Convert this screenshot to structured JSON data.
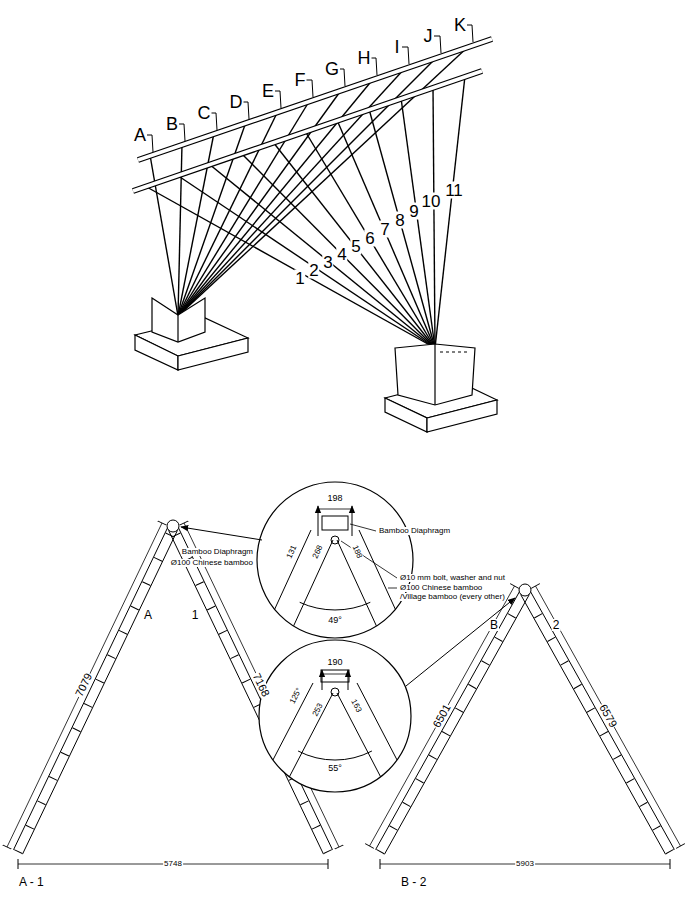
{
  "diagram": {
    "labels": [
      "A",
      "B",
      "C",
      "D",
      "E",
      "F",
      "G",
      "H",
      "I",
      "J",
      "K",
      "1",
      "2",
      "3",
      "4",
      "5",
      "6",
      "7",
      "8",
      "9",
      "10",
      "11",
      "7079",
      "7168",
      "A",
      "1",
      "5748",
      "A - 1",
      "6501",
      "6579",
      "B",
      "2",
      "5903",
      "B - 2",
      "198",
      "268",
      "131",
      "188",
      "49°",
      "Bamboo Diaphragm",
      "Bamboo Diaphragm",
      "Ø10 mm bolt, washer and nut",
      "Ø100 Chinese bamboo",
      "/Village bamboo (every other)",
      "Ø100 Chinese bamboo",
      "190",
      "125°",
      "253",
      "163",
      "55°"
    ]
  }
}
